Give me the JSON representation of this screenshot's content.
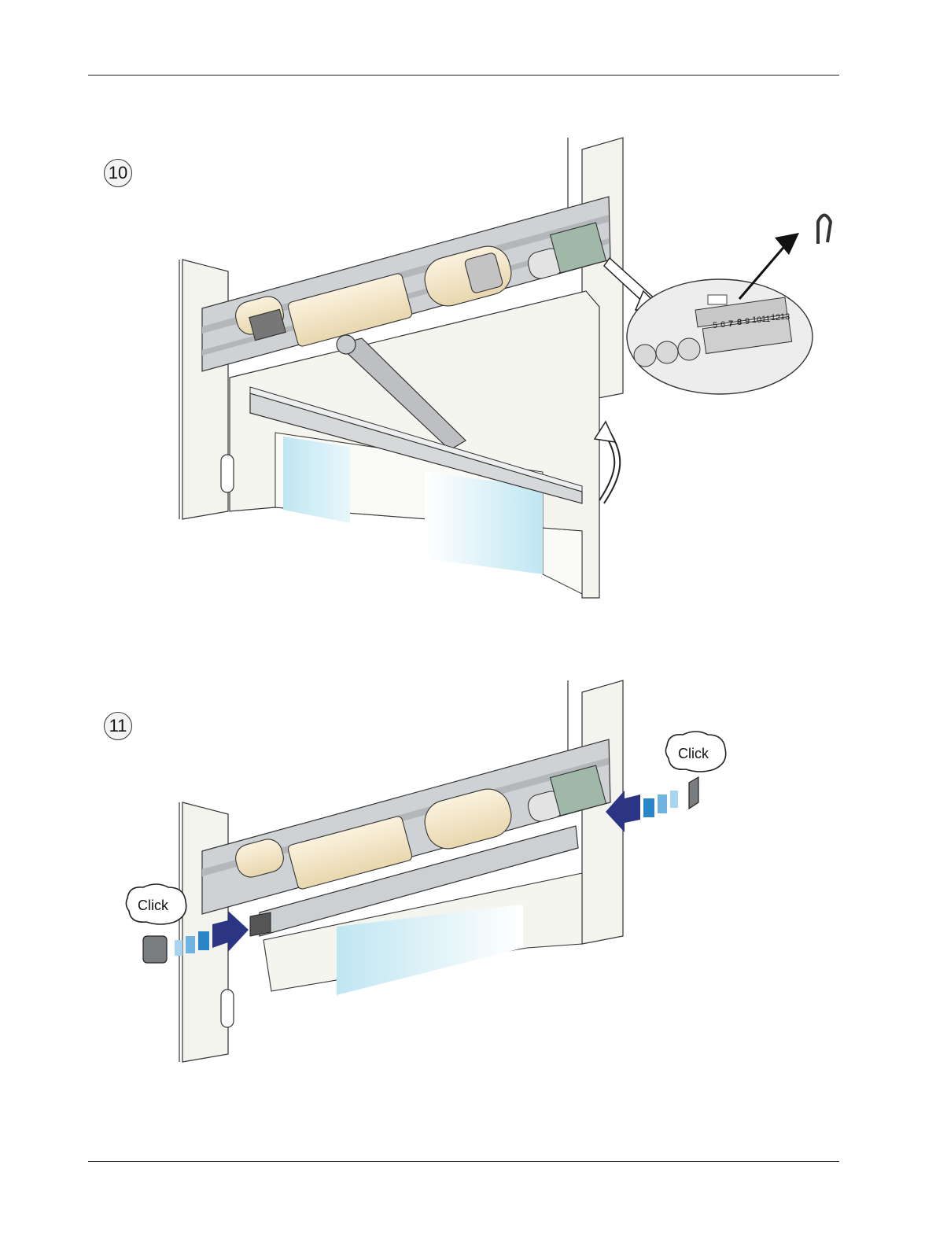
{
  "steps": [
    {
      "number": "10",
      "terminal_numbers": [
        "5",
        "6",
        "7",
        "8",
        "9",
        "10",
        "11",
        "12",
        "13"
      ]
    },
    {
      "number": "11",
      "click_labels": [
        "Click",
        "Click"
      ]
    }
  ],
  "colors": {
    "motor_beige": "#f3e6c8",
    "rail_gray": "#c9ccce",
    "glass_blue": "#bfe6f2",
    "arrow_navy": "#2b3583",
    "arrow_blue": "#2a86c8"
  },
  "icons": [
    "jumper-icon",
    "curved-arrow-icon",
    "push-arrow-icon"
  ]
}
